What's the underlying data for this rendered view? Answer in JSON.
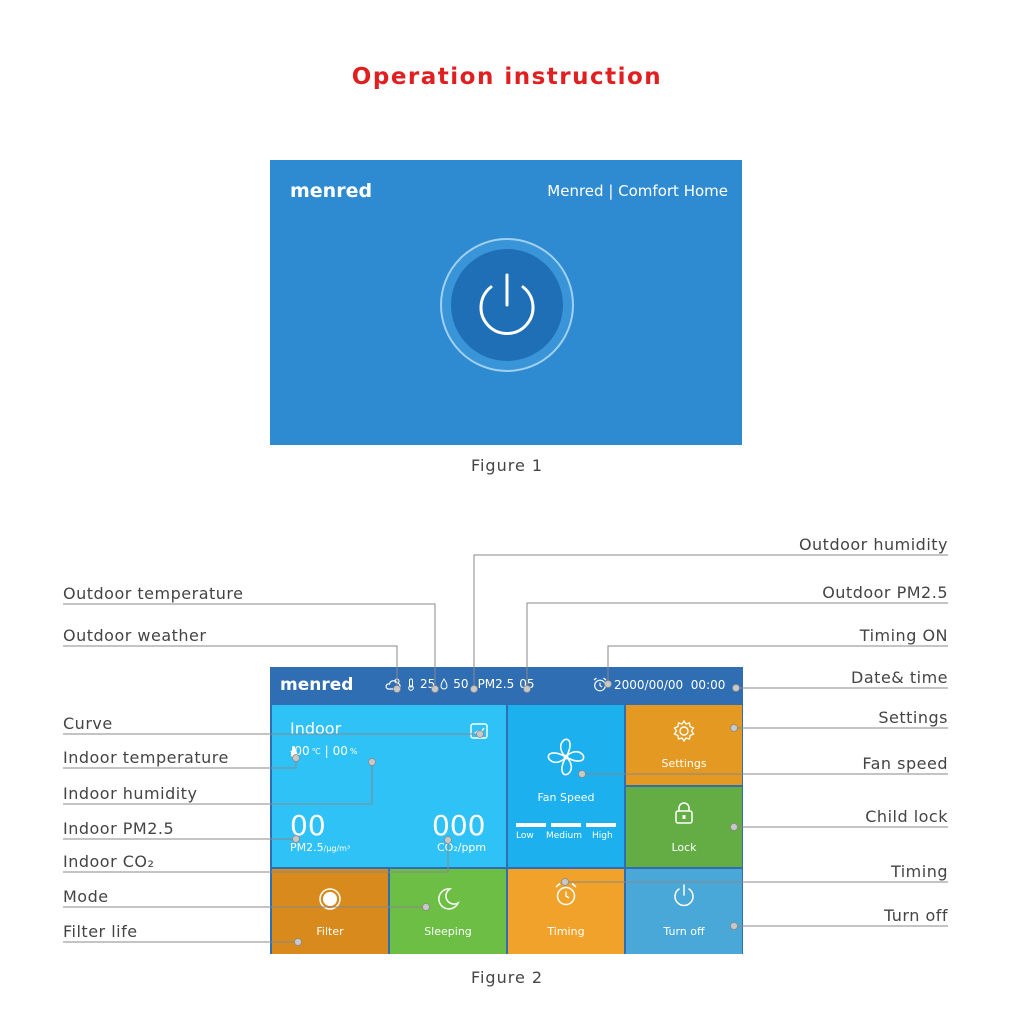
{
  "title": "Operation instruction",
  "figure1": {
    "logo": "menred",
    "brand": "Menred | Comfort Home",
    "caption": "Figure 1"
  },
  "figure2": {
    "caption": "Figure 2",
    "topbar": {
      "logo": "menred",
      "outdoor_temp": "25",
      "outdoor_humidity": "50",
      "pm_label": "PM2.5",
      "pm_value": "05",
      "datetime": "2000/00/00  00:00"
    },
    "indoor": {
      "title": "Indoor",
      "temp": "-00",
      "temp_unit": "℃",
      "humidity": "00",
      "humidity_unit": "%",
      "pm_value": "00",
      "pm_label": "PM2.5",
      "pm_unit": "/μg/m³",
      "co2_value": "000",
      "co2_label": "CO₂/ppm"
    },
    "fan": {
      "label": "Fan Speed",
      "low": "Low",
      "medium": "Medium",
      "high": "High"
    },
    "tiles": {
      "settings": "Settings",
      "lock": "Lock",
      "filter": "Filter",
      "sleeping": "Sleeping",
      "timing": "Timing",
      "turn_off": "Turn off"
    }
  },
  "annotations": {
    "left": {
      "outdoor_temperature": "Outdoor temperature",
      "outdoor_weather": "Outdoor weather",
      "curve": "Curve",
      "indoor_temperature": "Indoor temperature",
      "indoor_humidity": "Indoor humidity",
      "indoor_pm": "Indoor PM2.5",
      "indoor_co2": "Indoor CO₂",
      "mode": "Mode",
      "filter_life": "Filter life"
    },
    "right": {
      "outdoor_humidity": "Outdoor humidity",
      "outdoor_pm": "Outdoor PM2.5",
      "timing_on": "Timing ON",
      "date_time": "Date& time",
      "settings": "Settings",
      "fan_speed": "Fan speed",
      "child_lock": "Child lock",
      "timing": "Timing",
      "turn_off": "Turn off"
    }
  },
  "colors": {
    "title": "#e02020",
    "screen_blue": "#2f8bd1",
    "indoor_tile": "#2fc2f7",
    "settings_tile": "#e49a22",
    "lock_tile": "#64ad45",
    "sleep_tile": "#6cbf44",
    "off_tile": "#4aa8d8"
  }
}
